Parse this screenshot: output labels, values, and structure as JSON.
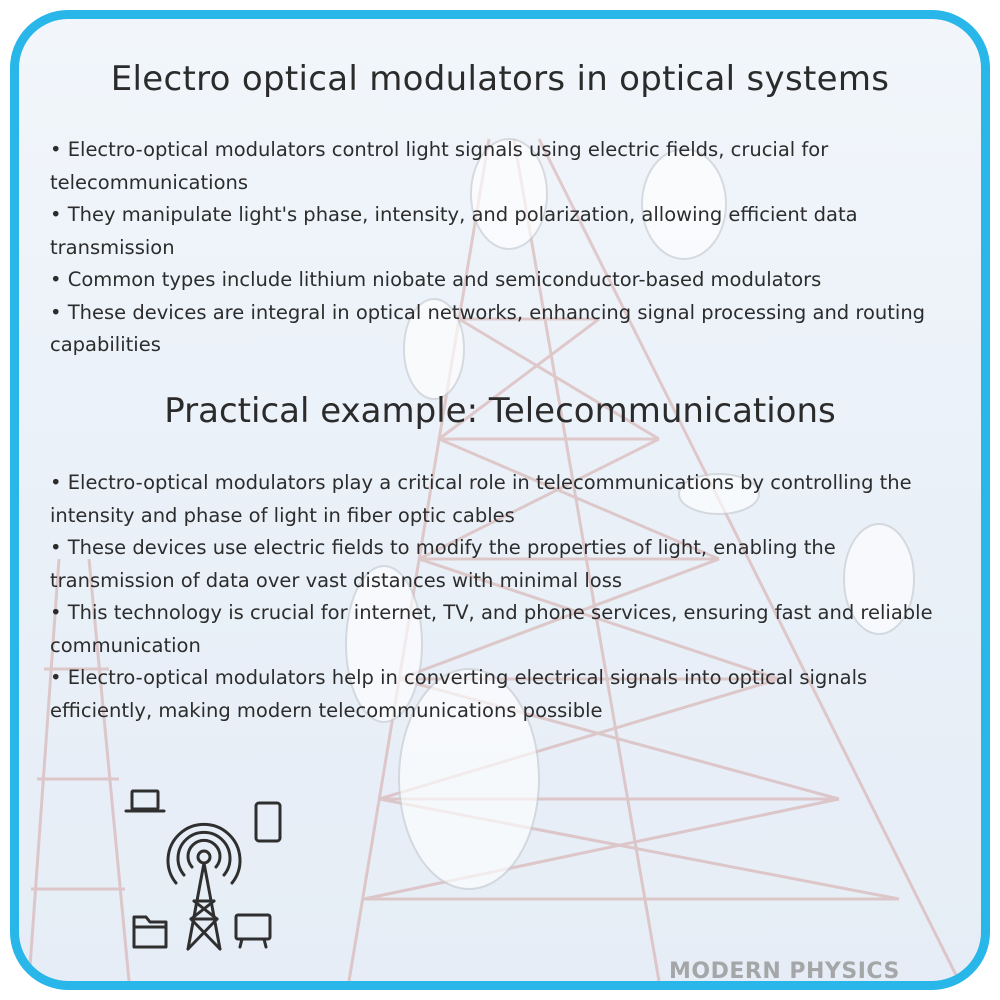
{
  "header": {
    "title": "Electro optical modulators in optical systems"
  },
  "section1": {
    "bullets": [
      "• Electro-optical modulators control light signals using electric fields, crucial for telecommunications",
      "• They manipulate light's phase, intensity, and polarization, allowing efficient data transmission",
      "• Common types include lithium niobate and semiconductor-based modulators",
      "• These devices are integral in optical networks, enhancing signal processing and routing capabilities"
    ]
  },
  "section2": {
    "title": "Practical example: Telecommunications",
    "bullets": [
      "• Electro-optical modulators play a critical role in telecommunications by controlling the intensity and phase of light in fiber optic cables",
      "• These devices use electric fields to modify the properties of light, enabling the transmission of data over vast distances with minimal loss",
      "• This technology is crucial for internet, TV, and phone services, ensuring fast and reliable communication",
      "• Electro-optical modulators help in converting electrical signals into optical signals efficiently, making modern telecommunications possible"
    ]
  },
  "icon": {
    "name": "telecom-tower-icon"
  },
  "footer": {
    "brand": "MODERN PHYSICS"
  },
  "colors": {
    "border": "#29b6e8",
    "text": "#2b2b2b",
    "tower": "#c98a86"
  }
}
